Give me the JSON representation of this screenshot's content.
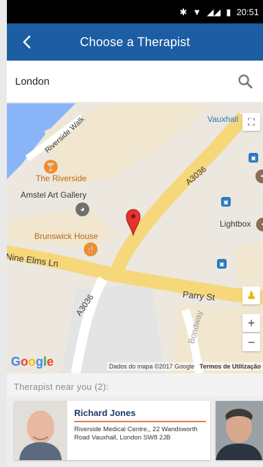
{
  "status_bar": {
    "time": "20:51"
  },
  "header": {
    "title": "Choose a Therapist"
  },
  "search": {
    "value": "London"
  },
  "map": {
    "labels": {
      "riverside_walk": "Riverside Walk",
      "vauxhall": "Vauxhall",
      "the_riverside": "The Riverside",
      "amstel": "Amstel Art Gallery",
      "a3036_top": "A3036",
      "lightbox": "Lightbox",
      "brunswick": "Brunswick House",
      "nine_elms": "Nine Elms Ln",
      "a3036_bottom": "A3036",
      "parry_st": "Parry St",
      "bondway": "Bondway"
    },
    "zoom_in": "+",
    "zoom_out": "−",
    "attribution": "Dados do mapa ©2017 Google",
    "terms": "Termos de Utilização"
  },
  "therapists": {
    "heading": "Therapist near you (2):",
    "items": [
      {
        "name": "Richard Jones",
        "address": "Riverside Medical Centre,, 22 Wandsworth Road Vauxhall, London SW8 2JB"
      }
    ]
  }
}
